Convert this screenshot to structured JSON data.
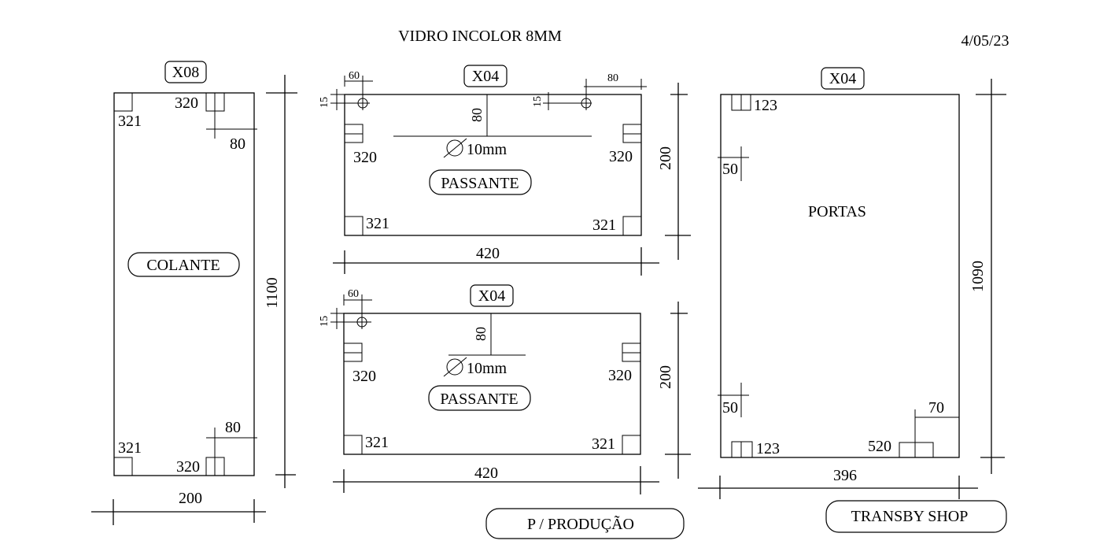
{
  "title": "VIDRO INCOLOR 8MM",
  "date": "4/05/23",
  "colante": {
    "qty": "X08",
    "label": "COLANTE",
    "width": "200",
    "height": "1100",
    "top_left": "321",
    "top_right": "320",
    "top_offset": "80",
    "bottom_left": "321",
    "bottom_right": "320",
    "bottom_offset": "80"
  },
  "passante_top": {
    "qty": "X04",
    "label": "PASSANTE",
    "width": "420",
    "height": "200",
    "hole_left_x": "60",
    "hole_right_x": "80",
    "hole_left_y": "15",
    "hole_right_y": "15",
    "center_depth": "80",
    "hole_diameter": "10mm",
    "left_mid": "320",
    "right_mid": "320",
    "bottom_left": "321",
    "bottom_right": "321"
  },
  "passante_bottom": {
    "qty": "X04",
    "label": "PASSANTE",
    "width": "420",
    "height": "200",
    "hole_left_x": "60",
    "hole_left_y": "15",
    "center_depth": "80",
    "hole_diameter": "10mm",
    "left_mid": "320",
    "right_mid": "320",
    "bottom_left": "321",
    "bottom_right": "321"
  },
  "portas": {
    "qty": "X04",
    "label": "PORTAS",
    "width": "396",
    "height": "1090",
    "top_corner": "123",
    "top_offset": "50",
    "bottom_offset": "50",
    "bottom_corner": "123",
    "handle_code": "520",
    "handle_offset": "70"
  },
  "footer": {
    "production": "P / PRODUÇÃO",
    "customer": "TRANSBY SHOP"
  }
}
